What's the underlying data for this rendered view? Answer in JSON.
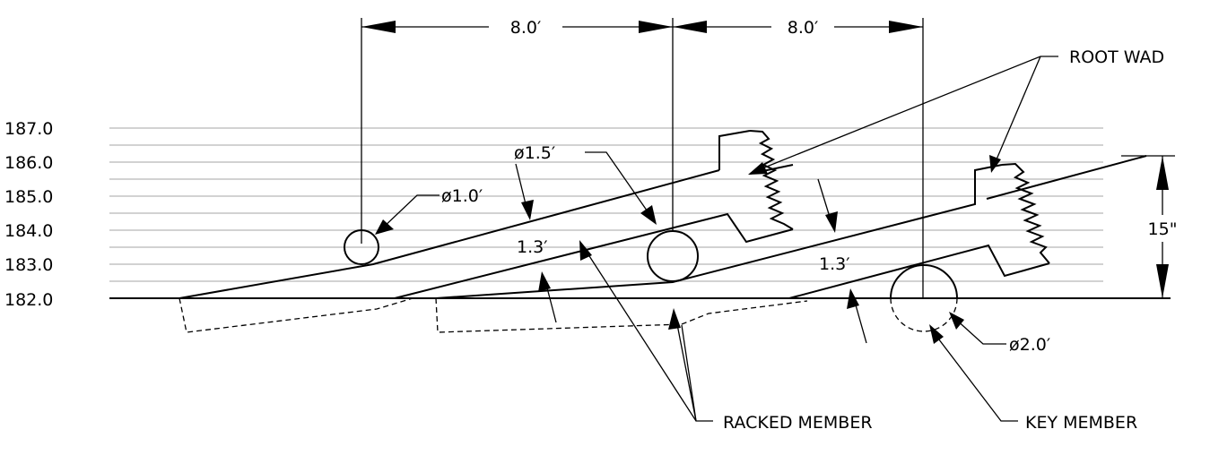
{
  "elevation_labels": [
    "187.0",
    "186.0",
    "185.0",
    "184.0",
    "183.0",
    "182.0"
  ],
  "dimensions": {
    "spacing_left": "8.0′",
    "spacing_right": "8.0′",
    "height": "15\""
  },
  "labels": {
    "dia_small": "ø1.0′",
    "dia_medium": "ø1.5′",
    "dia_large": "ø2.0′",
    "offset_left": "1.3′",
    "offset_right": "1.3′",
    "root_wad": "ROOT WAD",
    "racked_member": "RACKED MEMBER",
    "key_member": "KEY MEMBER"
  }
}
